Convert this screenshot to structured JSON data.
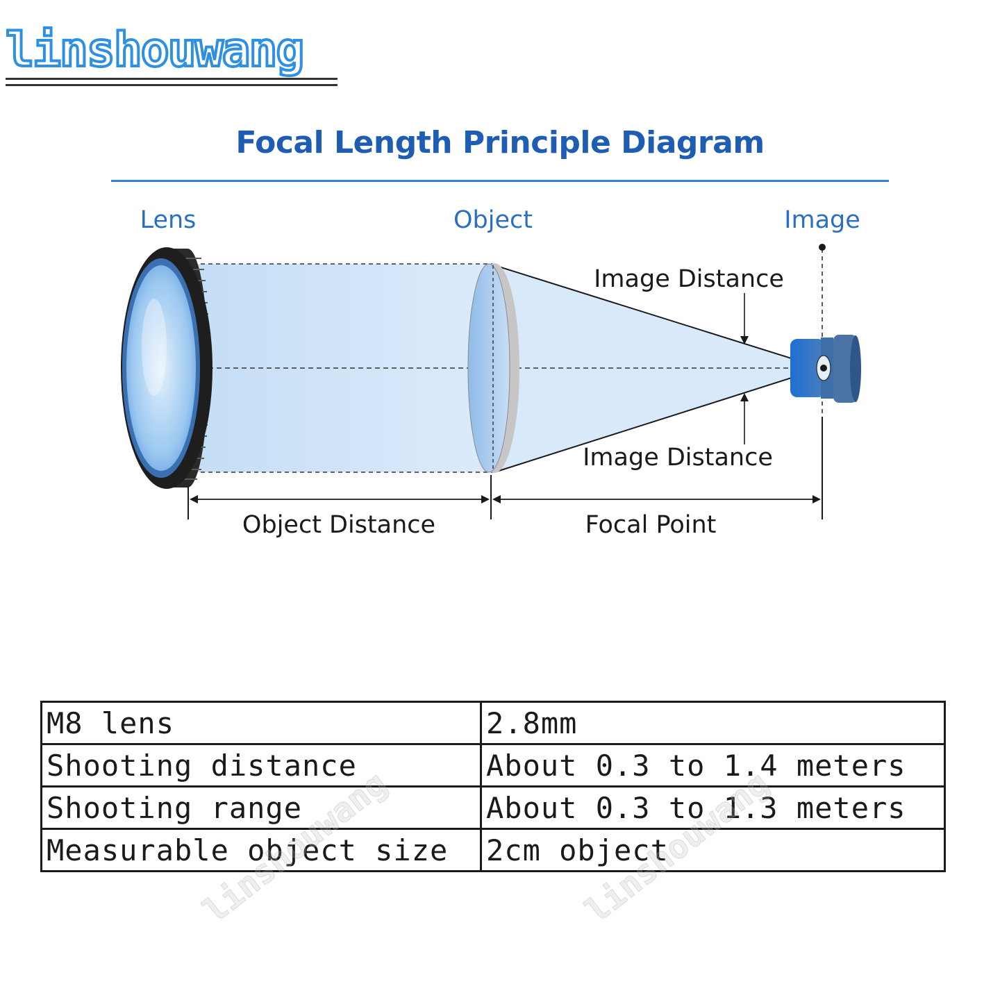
{
  "brand": {
    "logo_text": "linshouwang"
  },
  "title": "Focal Length Principle Diagram",
  "diagram": {
    "labels": {
      "lens": "Lens",
      "object": "Object",
      "image": "Image",
      "image_distance_top": "Image Distance",
      "image_distance_bottom": "Image Distance",
      "object_distance": "Object Distance",
      "focal_point": "Focal Point"
    },
    "colors": {
      "label_blue": "#2b6fc2",
      "beam_blue": "#cfe4f8",
      "lens_black": "#1e1e1e",
      "sensor_blue": "#3d7fd0"
    }
  },
  "spec_table": {
    "rows": [
      {
        "label": "M8 lens",
        "value": "2.8mm"
      },
      {
        "label": "Shooting distance",
        "value": "About 0.3 to 1.4 meters"
      },
      {
        "label": "Shooting range",
        "value": "About 0.3 to 1.3 meters"
      },
      {
        "label": "Measurable object size",
        "value": "2cm object"
      }
    ]
  },
  "watermark_text": "linshouwang"
}
